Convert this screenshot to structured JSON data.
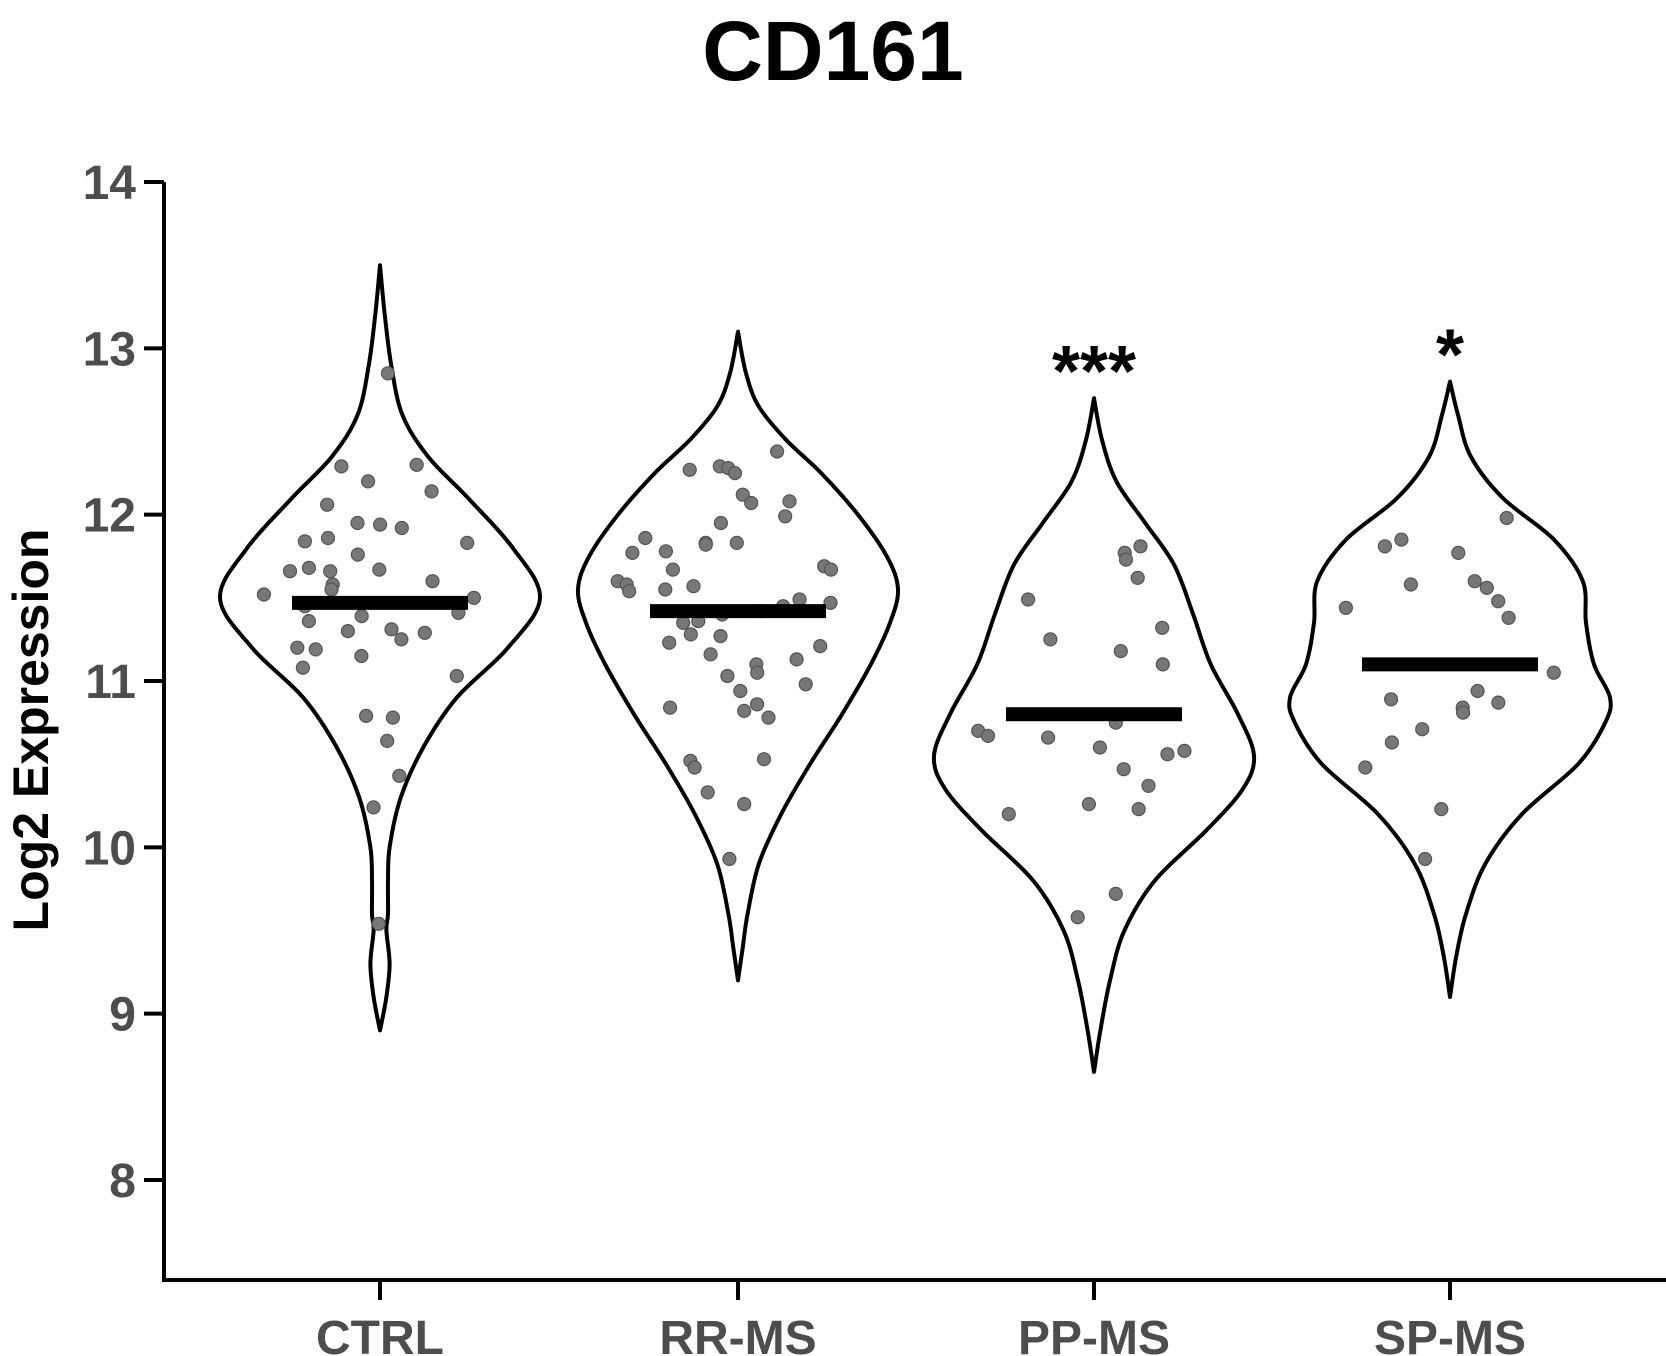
{
  "chart_data": {
    "type": "violin",
    "title": "CD161",
    "xlabel": "",
    "ylabel": "Log2 Expression",
    "ylim": [
      8,
      14
    ],
    "yticks": [
      8,
      9,
      10,
      11,
      12,
      13,
      14
    ],
    "grid": false,
    "colors": {
      "outline": "#000000",
      "point": "#777777",
      "median": "#000000",
      "tick_label": "#4d4d4d"
    },
    "categories": [
      "CTRL",
      "RR-MS",
      "PP-MS",
      "SP-MS"
    ],
    "groups": [
      {
        "name": "CTRL",
        "median": 11.47,
        "significance": "",
        "range": [
          8.9,
          13.5
        ],
        "density": [
          [
            8.9,
            0.0
          ],
          [
            9.1,
            0.04
          ],
          [
            9.3,
            0.06
          ],
          [
            9.5,
            0.04
          ],
          [
            9.6,
            0.05
          ],
          [
            9.8,
            0.05
          ],
          [
            10.0,
            0.06
          ],
          [
            10.3,
            0.13
          ],
          [
            10.6,
            0.27
          ],
          [
            10.9,
            0.48
          ],
          [
            11.2,
            0.8
          ],
          [
            11.5,
            1.0
          ],
          [
            11.8,
            0.83
          ],
          [
            12.1,
            0.55
          ],
          [
            12.35,
            0.3
          ],
          [
            12.6,
            0.14
          ],
          [
            12.9,
            0.07
          ],
          [
            13.2,
            0.03
          ],
          [
            13.5,
            0.0
          ]
        ],
        "points": [
          12.85,
          12.3,
          12.29,
          12.2,
          12.14,
          12.06,
          11.95,
          11.94,
          11.92,
          11.86,
          11.84,
          11.83,
          11.76,
          11.68,
          11.67,
          11.66,
          11.66,
          11.6,
          11.58,
          11.55,
          11.52,
          11.5,
          11.45,
          11.41,
          11.39,
          11.36,
          11.31,
          11.3,
          11.29,
          11.25,
          11.2,
          11.19,
          11.15,
          11.08,
          11.03,
          10.79,
          10.78,
          10.64,
          10.43,
          10.24,
          9.54
        ]
      },
      {
        "name": "RR-MS",
        "median": 11.42,
        "significance": "",
        "range": [
          9.2,
          13.1
        ],
        "density": [
          [
            9.2,
            0.0
          ],
          [
            9.4,
            0.03
          ],
          [
            9.6,
            0.06
          ],
          [
            9.9,
            0.13
          ],
          [
            10.2,
            0.27
          ],
          [
            10.5,
            0.45
          ],
          [
            10.8,
            0.65
          ],
          [
            11.1,
            0.83
          ],
          [
            11.35,
            0.95
          ],
          [
            11.55,
            1.0
          ],
          [
            11.75,
            0.93
          ],
          [
            12.0,
            0.75
          ],
          [
            12.25,
            0.52
          ],
          [
            12.45,
            0.3
          ],
          [
            12.65,
            0.13
          ],
          [
            12.85,
            0.05
          ],
          [
            13.1,
            0.0
          ]
        ],
        "points": [
          12.38,
          12.29,
          12.28,
          12.27,
          12.25,
          12.12,
          12.08,
          12.07,
          11.99,
          11.95,
          11.86,
          11.83,
          11.83,
          11.82,
          11.78,
          11.77,
          11.69,
          11.67,
          11.67,
          11.6,
          11.58,
          11.57,
          11.55,
          11.54,
          11.49,
          11.47,
          11.45,
          11.42,
          11.4,
          11.36,
          11.35,
          11.28,
          11.27,
          11.23,
          11.21,
          11.16,
          11.13,
          11.1,
          11.05,
          11.03,
          10.98,
          10.94,
          10.86,
          10.84,
          10.82,
          10.78,
          10.53,
          10.52,
          10.48,
          10.33,
          10.26,
          9.93
        ]
      },
      {
        "name": "PP-MS",
        "median": 10.8,
        "significance": "***",
        "range": [
          8.65,
          12.7
        ],
        "density": [
          [
            8.65,
            0.0
          ],
          [
            8.9,
            0.04
          ],
          [
            9.2,
            0.1
          ],
          [
            9.5,
            0.19
          ],
          [
            9.8,
            0.38
          ],
          [
            10.1,
            0.7
          ],
          [
            10.35,
            0.93
          ],
          [
            10.55,
            1.0
          ],
          [
            10.8,
            0.9
          ],
          [
            11.1,
            0.73
          ],
          [
            11.4,
            0.62
          ],
          [
            11.7,
            0.5
          ],
          [
            11.95,
            0.32
          ],
          [
            12.2,
            0.14
          ],
          [
            12.45,
            0.05
          ],
          [
            12.7,
            0.0
          ]
        ],
        "points": [
          11.81,
          11.77,
          11.73,
          11.62,
          11.49,
          11.32,
          11.25,
          11.18,
          11.1,
          10.75,
          10.7,
          10.67,
          10.66,
          10.6,
          10.58,
          10.56,
          10.47,
          10.37,
          10.26,
          10.23,
          10.2,
          9.72,
          9.58
        ]
      },
      {
        "name": "SP-MS",
        "median": 11.1,
        "significance": "*",
        "range": [
          9.1,
          12.8
        ],
        "density": [
          [
            9.1,
            0.0
          ],
          [
            9.35,
            0.04
          ],
          [
            9.6,
            0.1
          ],
          [
            9.9,
            0.22
          ],
          [
            10.2,
            0.45
          ],
          [
            10.5,
            0.8
          ],
          [
            10.75,
            0.97
          ],
          [
            10.9,
            1.0
          ],
          [
            11.1,
            0.9
          ],
          [
            11.35,
            0.85
          ],
          [
            11.6,
            0.83
          ],
          [
            11.85,
            0.65
          ],
          [
            12.1,
            0.33
          ],
          [
            12.35,
            0.13
          ],
          [
            12.6,
            0.05
          ],
          [
            12.8,
            0.0
          ]
        ],
        "points": [
          11.98,
          11.85,
          11.81,
          11.77,
          11.6,
          11.58,
          11.56,
          11.48,
          11.44,
          11.38,
          11.05,
          10.94,
          10.89,
          10.87,
          10.84,
          10.81,
          10.71,
          10.63,
          10.48,
          10.23,
          9.93
        ]
      }
    ]
  }
}
